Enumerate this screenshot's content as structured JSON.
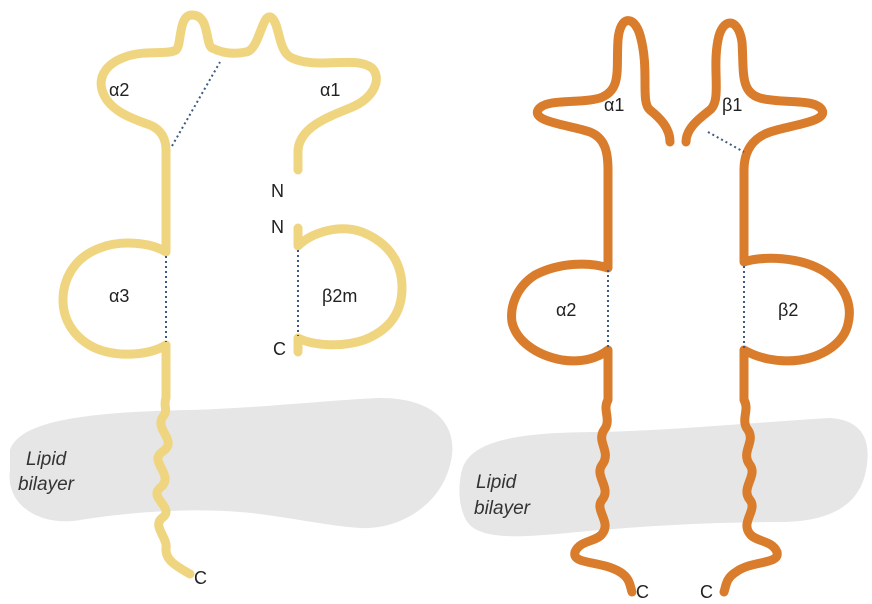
{
  "colors": {
    "mhc1": "#f0d581",
    "mhc2": "#d97c2c",
    "lipid": "#e6e6e6",
    "disulfide": "#3d5a80",
    "text": "#222222"
  },
  "mhc_class_i": {
    "alpha2": "α2",
    "alpha1": "α1",
    "alpha3": "α3",
    "beta2m": "β2m",
    "n_top": "N",
    "n_bottom": "N",
    "c_beta2m": "C",
    "c_tail": "C",
    "lipid_line1": "Lipid",
    "lipid_line2": "bilayer"
  },
  "mhc_class_ii": {
    "alpha1": "α1",
    "beta1": "β1",
    "alpha2": "α2",
    "beta2": "β2",
    "c_left": "C",
    "c_right": "C",
    "lipid_line1": "Lipid",
    "lipid_line2": "bilayer"
  }
}
